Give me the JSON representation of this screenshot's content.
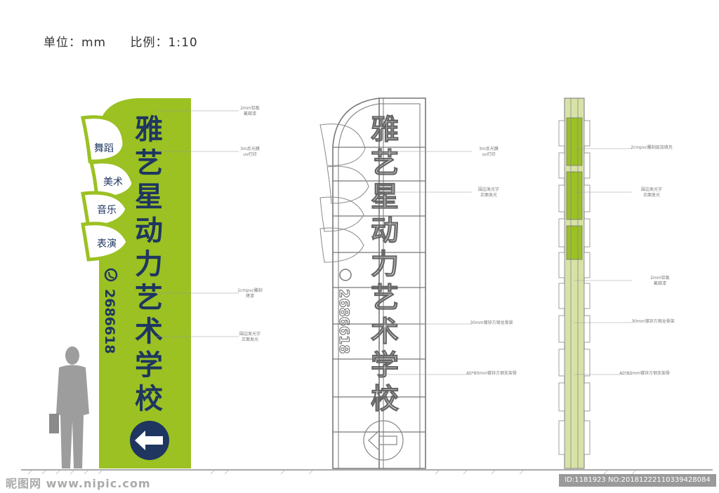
{
  "header": {
    "unit": "单位：mm",
    "scale": "比例：1:10"
  },
  "sign": {
    "name_chars": [
      "雅",
      "艺",
      "星",
      "动",
      "力",
      "艺",
      "术",
      "学",
      "校"
    ],
    "leaf_labels": [
      "舞蹈",
      "美术",
      "音乐",
      "表演"
    ],
    "phone": "2686618"
  },
  "annotations": {
    "front": [
      "2mm铝板",
      "氟碳漆",
      "3m反光膜",
      "uv打印",
      "1cmpvc雕刻",
      "烤漆",
      "围边发光字",
      "正面发光"
    ],
    "frame": [
      "3m反光膜",
      "uv打印",
      "围边发光字",
      "正面发光",
      "30mm镀锌方钢龙骨架",
      "40*80mm镀锌方钢支架骨"
    ],
    "side": [
      "2cmpvc雕刻层加填充",
      "围边发光字",
      "正面发光",
      "2mm铝板",
      "氟碳漆",
      "30mm镀锌方钢龙骨架",
      "40*80mm镀锌方钢支架骨"
    ]
  },
  "watermark": {
    "left": "昵图网 www.nipic.com",
    "right": "ID:1181923 NO:20181222110339428084"
  },
  "colors": {
    "green": "#9bc123",
    "navy": "#1e3660",
    "frame": "#777777",
    "figure": "#9d9d9d"
  }
}
